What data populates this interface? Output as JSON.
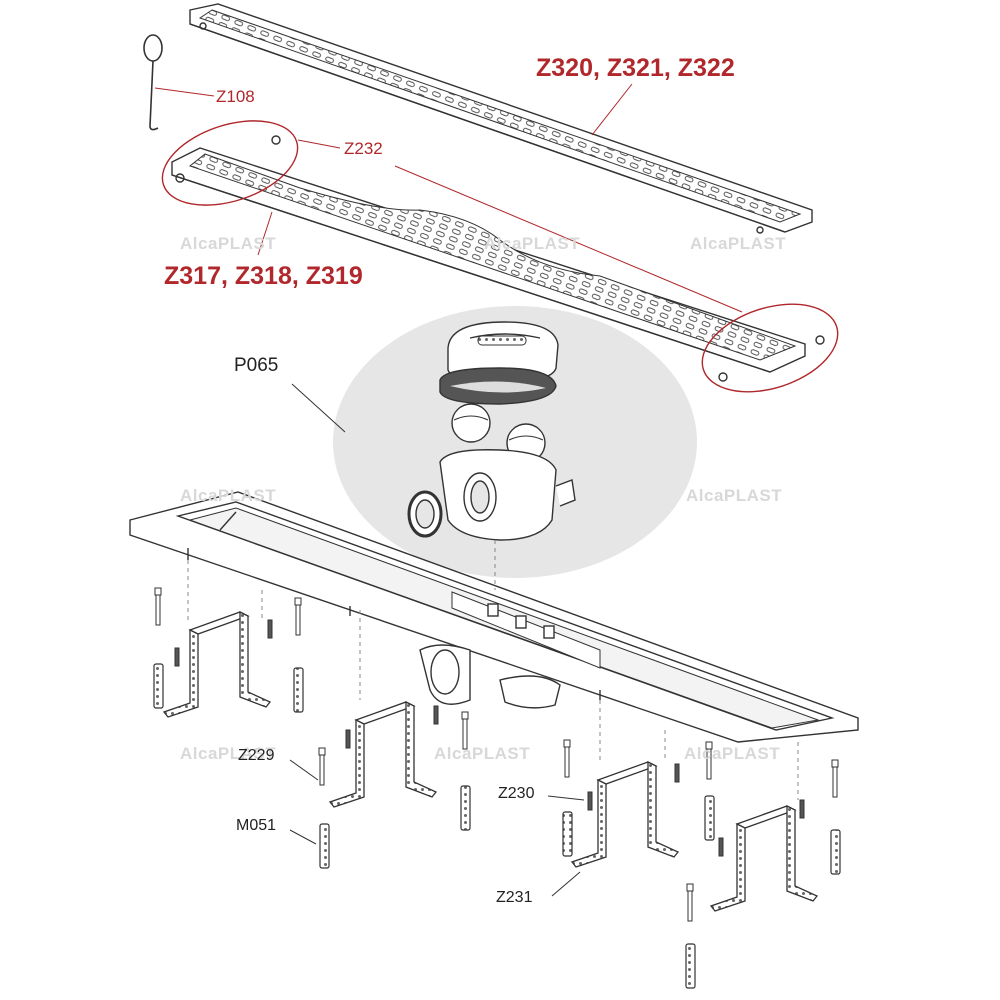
{
  "colors": {
    "accent_red": "#b0282c",
    "line": "#333333",
    "callout_fill": "#e6e6e6",
    "watermark": "#d8d8d8"
  },
  "labels": {
    "z320": "Z320, Z321, Z322",
    "z108": "Z108",
    "z232": "Z232",
    "z317": "Z317, Z318, Z319",
    "p065": "P065",
    "z229": "Z229",
    "m051": "M051",
    "z230": "Z230",
    "z231": "Z231"
  },
  "watermark": "AlcaPLAST"
}
